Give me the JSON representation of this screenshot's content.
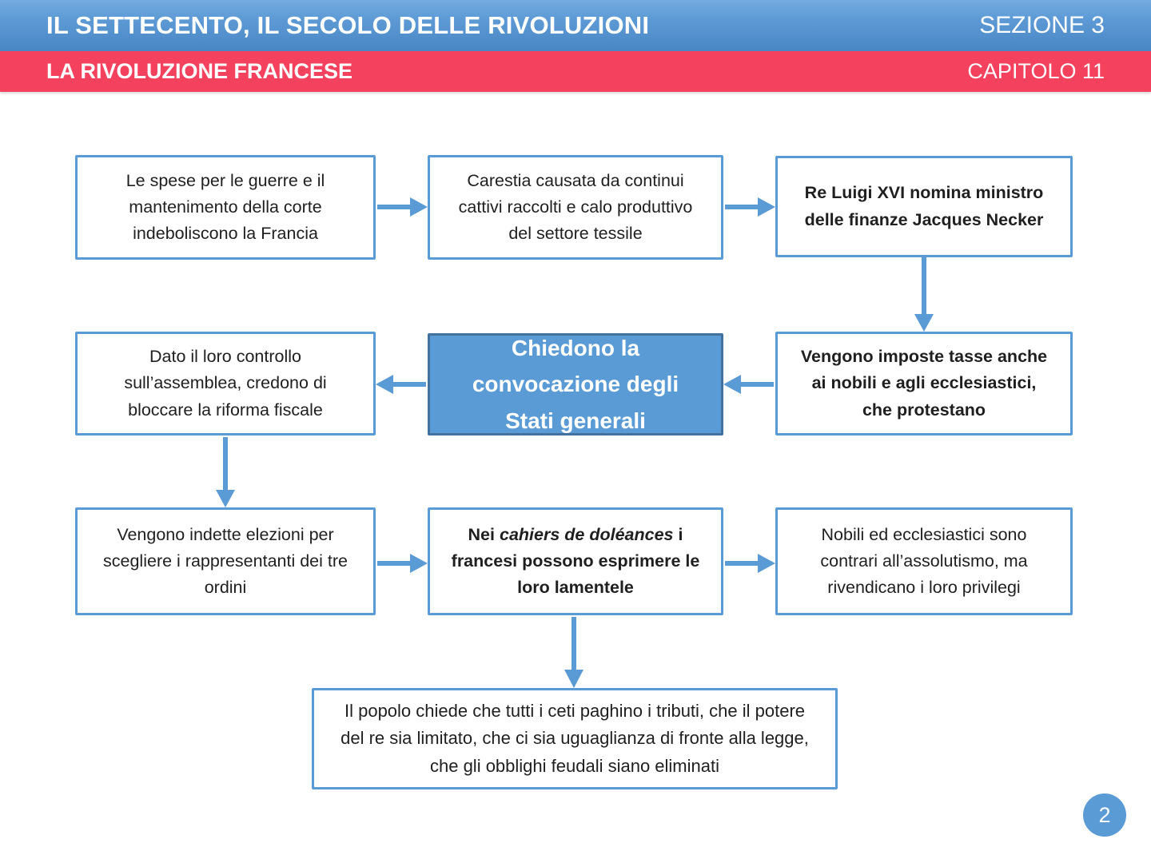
{
  "header": {
    "section_title": "IL SETTECENTO, IL SECOLO DELLE RIVOLUZIONI",
    "section_label": "SEZIONE 3",
    "chapter_title": "LA RIVOLUZIONE FRANCESE",
    "chapter_label": "CAPITOLO 11",
    "section_bar_color_top": "#76ACE0",
    "section_bar_color_bottom": "#4886C4",
    "chapter_bar_color": "#F4415E"
  },
  "flowchart": {
    "accent_color": "#5B9BD5",
    "highlight_fill": "#5B9BD5",
    "highlight_border": "#41719C",
    "boxes": {
      "war_expenses": {
        "text": "Le spese per le guerre e il mantenimento della corte indeboliscono la Francia"
      },
      "famine": {
        "text": "Carestia causata da continui cattivi raccolti e calo produttivo del settore tessile"
      },
      "necker": {
        "text": "Re Luigi XVI nomina ministro delle finanze Jacques Necker"
      },
      "assembly_control": {
        "text": "Dato il loro controllo sull’assemblea, credono di bloccare la riforma fiscale"
      },
      "states_general": {
        "text": "Chiedono la convocazione degli Stati generali"
      },
      "taxes": {
        "text": "Vengono imposte tasse anche ai nobili e agli ecclesiastici, che protestano"
      },
      "elections": {
        "text": "Vengono indette elezioni per scegliere i rappresentanti dei tre ordini"
      },
      "cahiers": {
        "prefix": "Nei",
        "italic": "cahiers de doléances",
        "rest": "i francesi possono esprimere le loro lamentele"
      },
      "nobles_opposed": {
        "text": "Nobili ed ecclesiastici sono contrari all’assolutismo, ma rivendicano i loro privilegi"
      },
      "people_demands": {
        "text": "Il popolo chiede che tutti i ceti paghino i tributi, che il potere del re sia limitato, che ci sia uguaglianza di fronte alla legge, che gli obblighi feudali siano eliminati"
      }
    }
  },
  "slide": {
    "page_number": "2"
  }
}
